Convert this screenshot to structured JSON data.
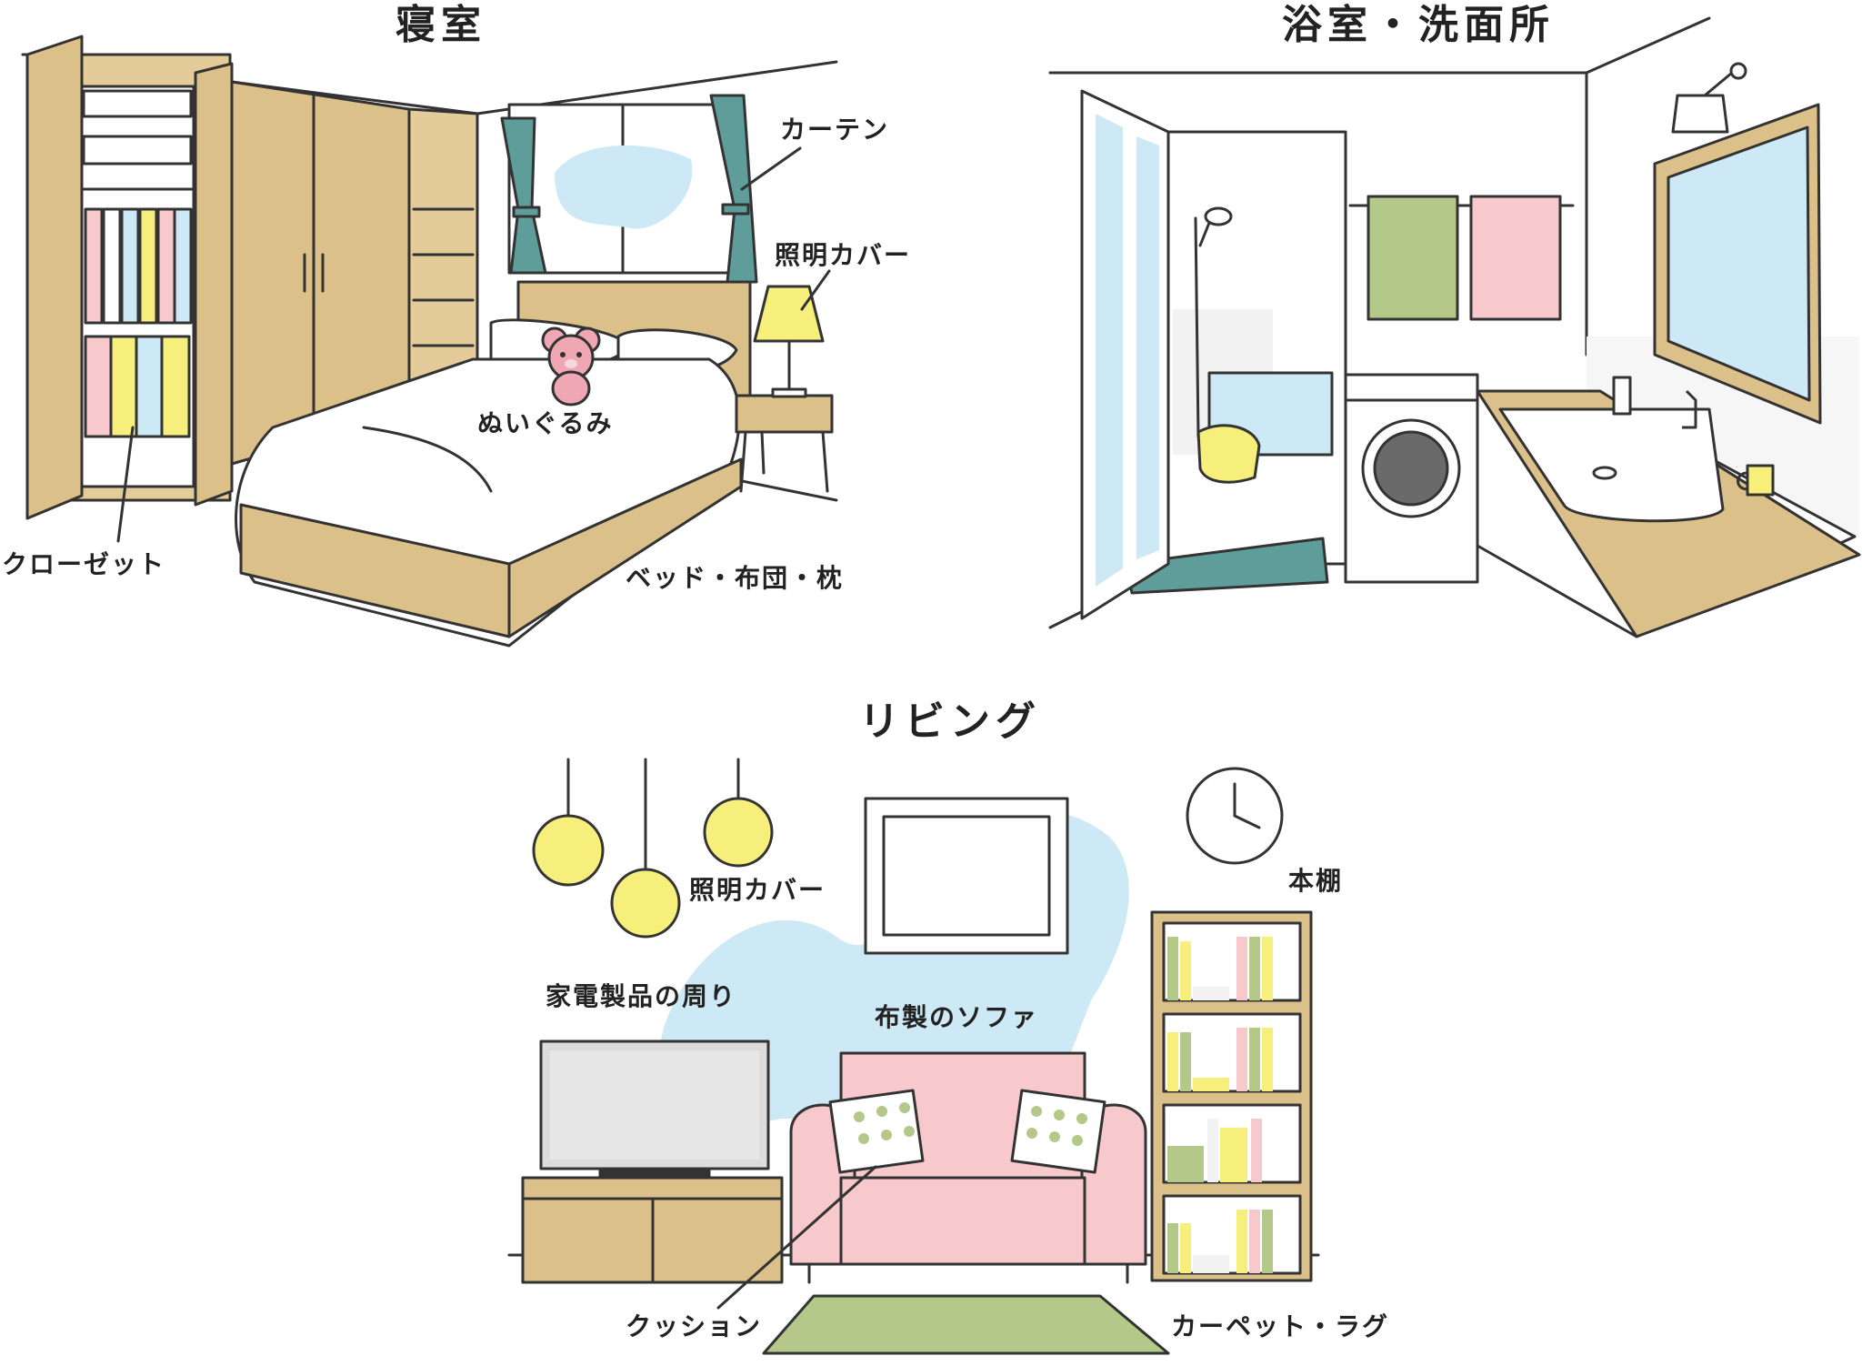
{
  "sections": {
    "bedroom": {
      "title": "寝室",
      "labels": {
        "curtain": "カーテン",
        "light_cover": "照明カバー",
        "stuffed_toy": "ぬいぐるみ",
        "closet": "クローゼット",
        "bedding": "ベッド・布団・枕"
      }
    },
    "bathroom": {
      "title": "浴室・洗面所"
    },
    "living": {
      "title": "リビング",
      "labels": {
        "light_cover": "照明カバー",
        "bookshelf": "本棚",
        "appliances": "家電製品の周り",
        "fabric_sofa": "布製のソファ",
        "cushion": "クッション",
        "carpet_rug": "カーペット・ラグ"
      }
    }
  },
  "colors": {
    "wood": "#dcc08a",
    "teal": "#5f9d9b",
    "sky": "#cde9f6",
    "lamp_yellow": "#f7ef7c",
    "pink": "#f7c8cc",
    "green": "#b3c889",
    "outline": "#333333"
  },
  "icons": [
    "lamp-icon",
    "clock-icon",
    "teddy-bear-icon",
    "shower-icon",
    "washing-machine-icon"
  ]
}
